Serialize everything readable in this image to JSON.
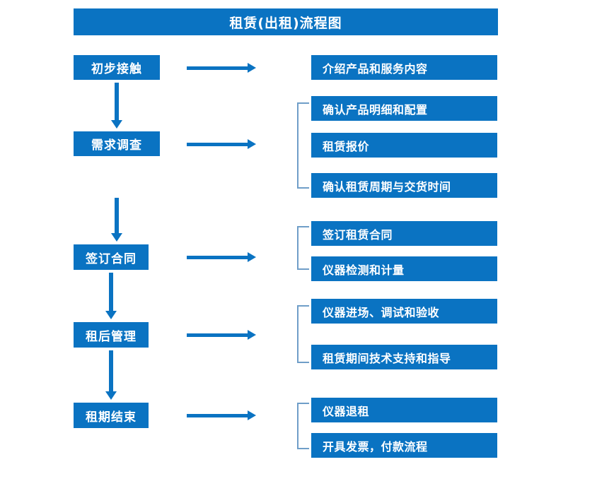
{
  "diagram": {
    "title": "租赁(出租)流程图",
    "accent_color": "#0a73c2",
    "bracket_color": "#6f9ec8",
    "background_color": "#ffffff",
    "stages": [
      {
        "label": "初步接触",
        "details": [
          "介绍产品和服务内容"
        ]
      },
      {
        "label": "需求调查",
        "details": [
          "确认产品明细和配置",
          "租赁报价",
          "确认租赁周期与交货时间"
        ]
      },
      {
        "label": "签订合同",
        "details": [
          "签订租赁合同",
          "仪器检测和计量"
        ]
      },
      {
        "label": "租后管理",
        "details": [
          "仪器进场、调试和验收",
          "租赁期间技术支持和指导"
        ]
      },
      {
        "label": "租期结束",
        "details": [
          "仪器退租",
          "开具发票，付款流程"
        ]
      }
    ],
    "details_flat": [
      "介绍产品和服务内容",
      "确认产品明细和配置",
      "租赁报价",
      "确认租赁周期与交货时间",
      "签订租赁合同",
      "仪器检测和计量",
      "仪器进场、调试和验收",
      "租赁期间技术支持和指导",
      "仪器退租",
      "开具发票，付款流程"
    ]
  }
}
